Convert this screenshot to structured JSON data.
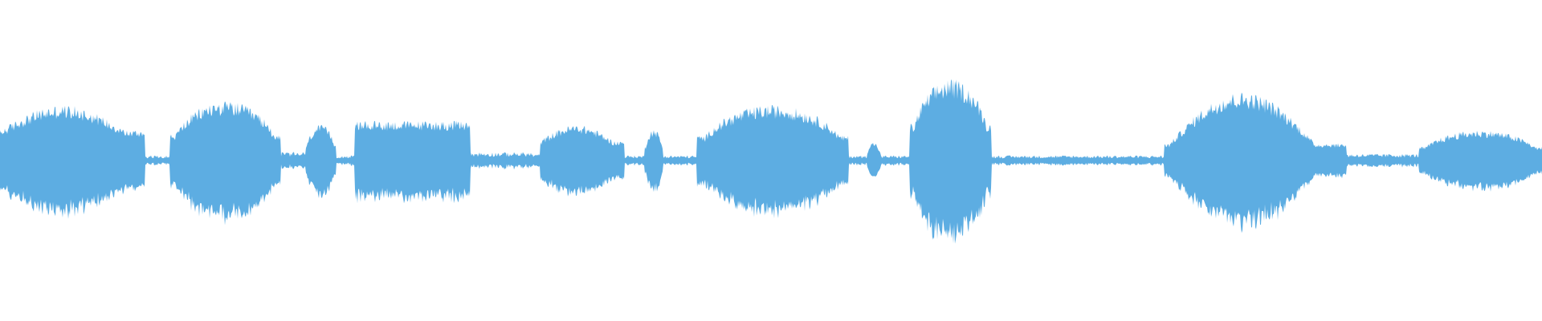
{
  "waveform": {
    "color": "#5DADE2",
    "background": "#FFFFFF",
    "segments": [
      {
        "start": 0.0,
        "end": 0.094,
        "amp": 0.42,
        "shape": "rise"
      },
      {
        "start": 0.094,
        "end": 0.11,
        "amp": 0.03,
        "shape": "flat"
      },
      {
        "start": 0.11,
        "end": 0.182,
        "amp": 0.45,
        "shape": "hump"
      },
      {
        "start": 0.182,
        "end": 0.198,
        "amp": 0.05,
        "shape": "flat"
      },
      {
        "start": 0.198,
        "end": 0.218,
        "amp": 0.27,
        "shape": "hump"
      },
      {
        "start": 0.218,
        "end": 0.23,
        "amp": 0.03,
        "shape": "flat"
      },
      {
        "start": 0.23,
        "end": 0.305,
        "amp": 0.3,
        "shape": "flat"
      },
      {
        "start": 0.305,
        "end": 0.345,
        "amp": 0.05,
        "shape": "flat"
      },
      {
        "start": 0.345,
        "end": 0.35,
        "amp": 0.04,
        "shape": "flat"
      },
      {
        "start": 0.35,
        "end": 0.405,
        "amp": 0.27,
        "shape": "rise"
      },
      {
        "start": 0.405,
        "end": 0.418,
        "amp": 0.03,
        "shape": "flat"
      },
      {
        "start": 0.418,
        "end": 0.43,
        "amp": 0.24,
        "shape": "hump"
      },
      {
        "start": 0.43,
        "end": 0.452,
        "amp": 0.03,
        "shape": "flat"
      },
      {
        "start": 0.452,
        "end": 0.55,
        "amp": 0.42,
        "shape": "hump"
      },
      {
        "start": 0.55,
        "end": 0.562,
        "amp": 0.03,
        "shape": "flat"
      },
      {
        "start": 0.562,
        "end": 0.571,
        "amp": 0.14,
        "shape": "hump"
      },
      {
        "start": 0.571,
        "end": 0.59,
        "amp": 0.03,
        "shape": "flat"
      },
      {
        "start": 0.59,
        "end": 0.643,
        "amp": 0.62,
        "shape": "hump"
      },
      {
        "start": 0.643,
        "end": 0.755,
        "amp": 0.03,
        "shape": "flat"
      },
      {
        "start": 0.755,
        "end": 0.873,
        "amp": 0.52,
        "shape": "fall"
      },
      {
        "start": 0.873,
        "end": 0.92,
        "amp": 0.04,
        "shape": "flat"
      },
      {
        "start": 0.92,
        "end": 1.0,
        "amp": 0.23,
        "shape": "hump"
      }
    ]
  }
}
